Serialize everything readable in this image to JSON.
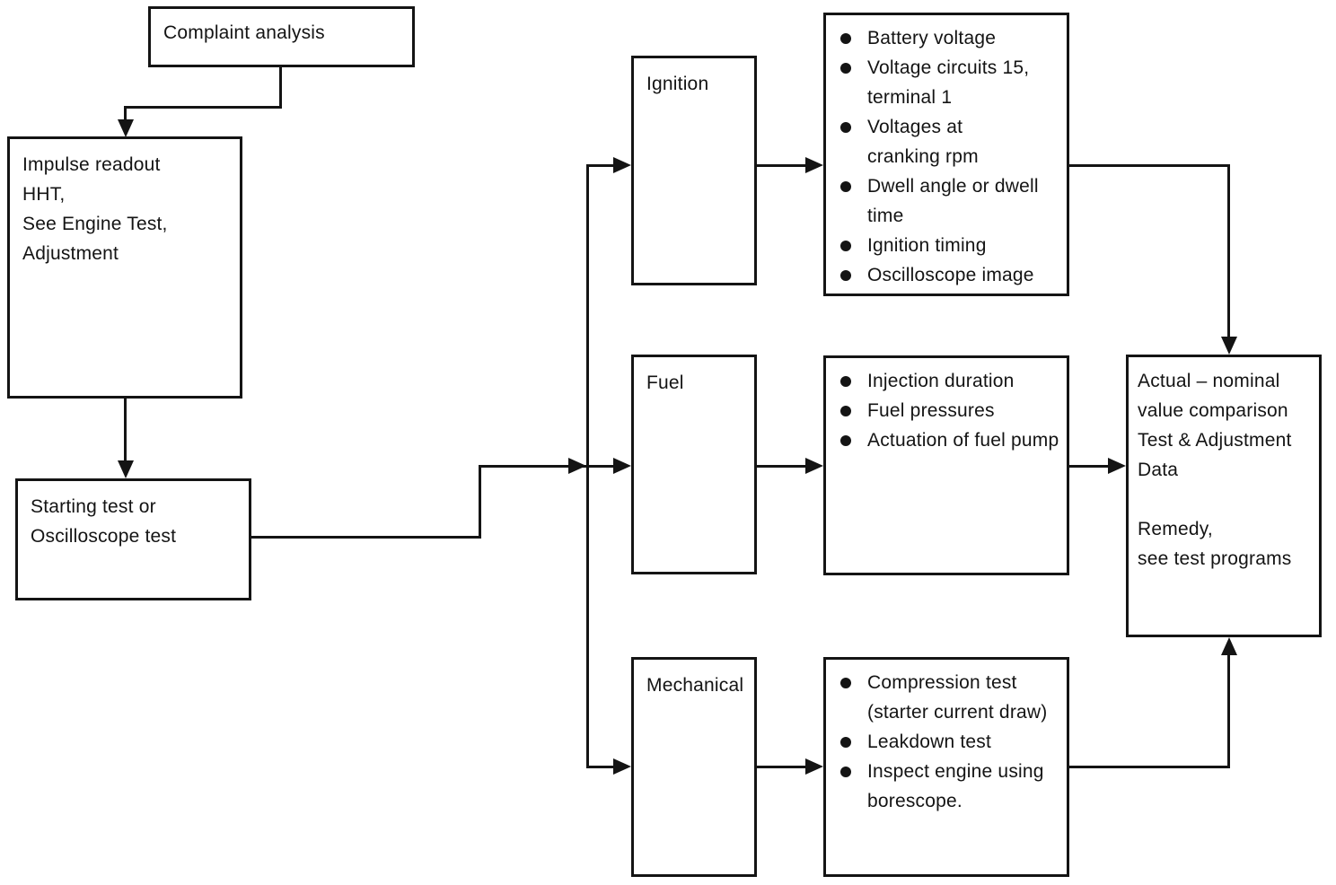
{
  "diagram_type": "flowchart",
  "colors": {
    "line": "#141414",
    "background": "#ffffff",
    "text": "#141414"
  },
  "nodes": {
    "complaint": "Complaint analysis",
    "impulse": "Impulse readout\nHHT,\nSee Engine Test,\nAdjustment",
    "starting": "Starting test or\nOscilloscope test",
    "ignition": "Ignition",
    "fuel": "Fuel",
    "mechanical": "Mechanical",
    "result": "Actual – nominal\nvalue comparison\nTest & Adjustment\nData\n\nRemedy,\nsee test programs"
  },
  "checks": {
    "ignition": [
      "Battery voltage",
      "Voltage circuits 15,\nterminal 1",
      "Voltages at\ncranking rpm",
      "Dwell angle or dwell\ntime",
      "Ignition timing",
      "Oscilloscope image"
    ],
    "fuel": [
      "Injection duration",
      "Fuel pressures",
      "Actuation of fuel pump"
    ],
    "mechanical": [
      "Compression test\n(starter current draw)",
      "Leakdown test",
      "Inspect engine using\nborescope."
    ]
  }
}
